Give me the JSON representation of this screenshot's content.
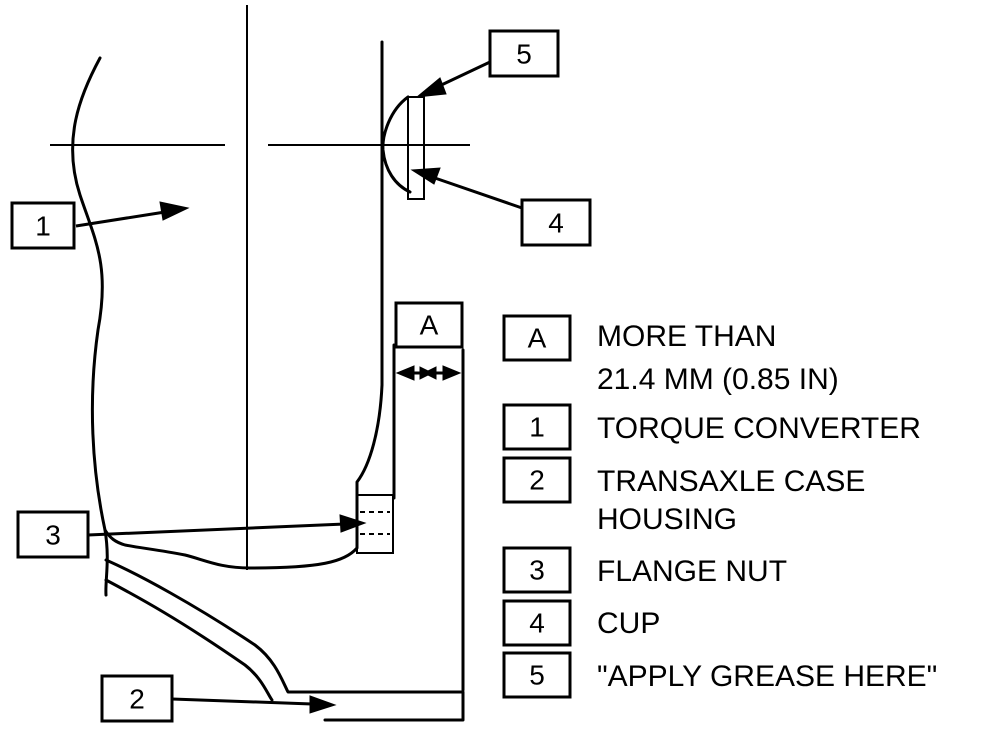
{
  "callouts": {
    "c1": "1",
    "c2": "2",
    "c3": "3",
    "c4": "4",
    "c5": "5",
    "cA": "A"
  },
  "legend": [
    {
      "key": "A",
      "lines": [
        "MORE THAN",
        "21.4 MM (0.85 IN)"
      ]
    },
    {
      "key": "1",
      "lines": [
        "TORQUE CONVERTER"
      ]
    },
    {
      "key": "2",
      "lines": [
        "TRANSAXLE CASE",
        "HOUSING"
      ]
    },
    {
      "key": "3",
      "lines": [
        "FLANGE NUT"
      ]
    },
    {
      "key": "4",
      "lines": [
        "CUP"
      ]
    },
    {
      "key": "5",
      "lines": [
        "\"APPLY GREASE HERE\""
      ]
    }
  ]
}
